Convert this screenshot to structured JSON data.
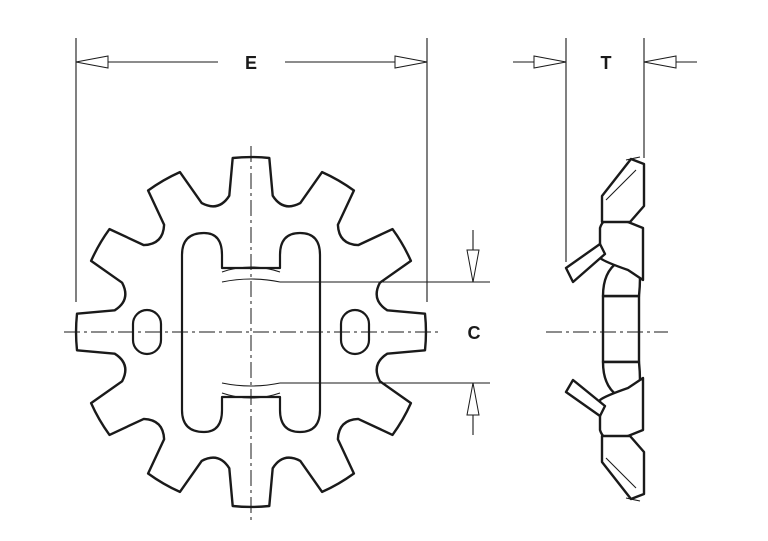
{
  "dimensions": {
    "e_label": "E",
    "t_label": "T",
    "c_label": "C"
  }
}
